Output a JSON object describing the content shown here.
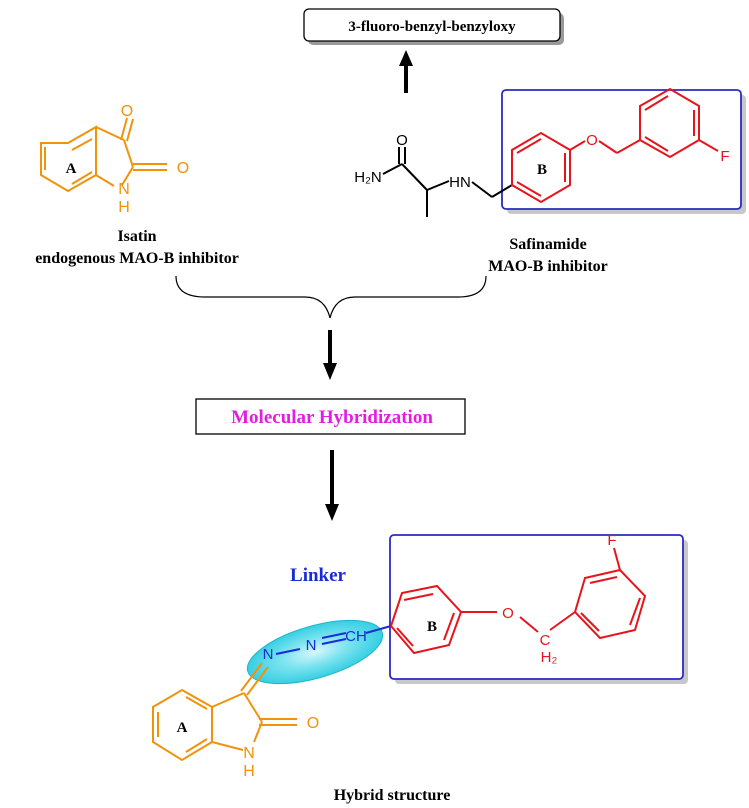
{
  "header_box": {
    "label": "3-fluoro-benzyl-benzyloxy"
  },
  "isatin": {
    "name": "Isatin",
    "description": "endogenous MAO-B inhibitor",
    "ring_label": "A",
    "atoms": {
      "o1": "O",
      "o2": "O",
      "n": "N",
      "nh_h": "H"
    }
  },
  "safinamide": {
    "name": "Safinamide",
    "description": "MAO-B inhibitor",
    "ring_label": "B",
    "atoms": {
      "o_carbonyl": "O",
      "nh2": "H₂N",
      "hn": "HN",
      "o_ether": "O",
      "f": "F"
    }
  },
  "hybridization": {
    "label": "Molecular Hybridization"
  },
  "hybrid": {
    "linker_label": "Linker",
    "ring_a_label": "A",
    "ring_b_label": "B",
    "caption": "Hybrid structure",
    "atoms": {
      "n1": "N",
      "n2": "N",
      "ch": "CH",
      "o_ether": "O",
      "ch2_c": "C",
      "ch2_h2": "H₂",
      "f": "F",
      "o_carbonyl": "O",
      "nh_n": "N",
      "nh_h": "H"
    }
  },
  "colors": {
    "isatin_orange": "#f0930b",
    "red_fragment": "#e8141c",
    "box_blue": "#2a2bbf",
    "linker_blue": "#1a2bd6",
    "linker_cyan": "#37d4e6",
    "magenta": "#e21de0",
    "black": "#000000"
  }
}
